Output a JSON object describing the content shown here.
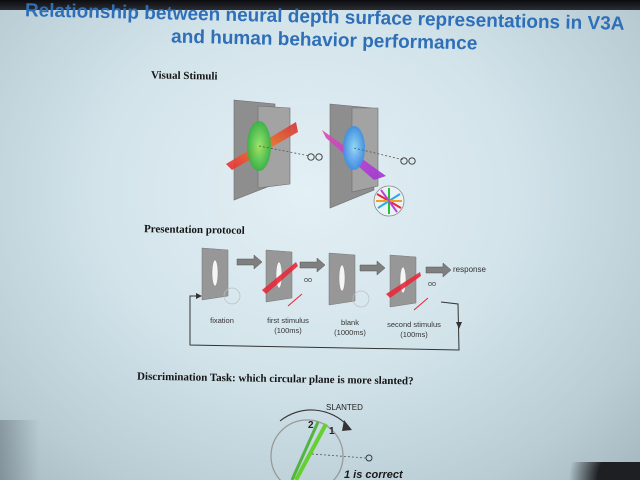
{
  "slide": {
    "title_line1": "Relationship between neural depth surface representations in V3A",
    "title_line2": "and human behavior performance",
    "visual_stimuli_label": "Visual Stimuli",
    "presentation_protocol_label": "Presentation protocol",
    "response_label": "response",
    "protocol_steps": {
      "fixation": "fixation",
      "first_stimulus": "first stimulus",
      "first_stimulus_duration": "(100ms)",
      "blank": "blank",
      "blank_duration": "(1000ms)",
      "second_stimulus": "second stimulus",
      "second_stimulus_duration": "(100ms)"
    },
    "task_label": "Discrimination Task: which circular plane is more slanted?",
    "slanted_label": "SLANTED",
    "plane_1_label": "1",
    "plane_2_label": "2",
    "answer_label": "1 is correct"
  },
  "colors": {
    "title_blue": "#2f6fb8",
    "panel_gray": "#8f8f8f",
    "plane_red": "#e8283a",
    "disc_green": "#22c23a",
    "disc_cyan": "#2aa8e8",
    "plane_magenta": "#c040d8",
    "task_green": "#66d030"
  }
}
